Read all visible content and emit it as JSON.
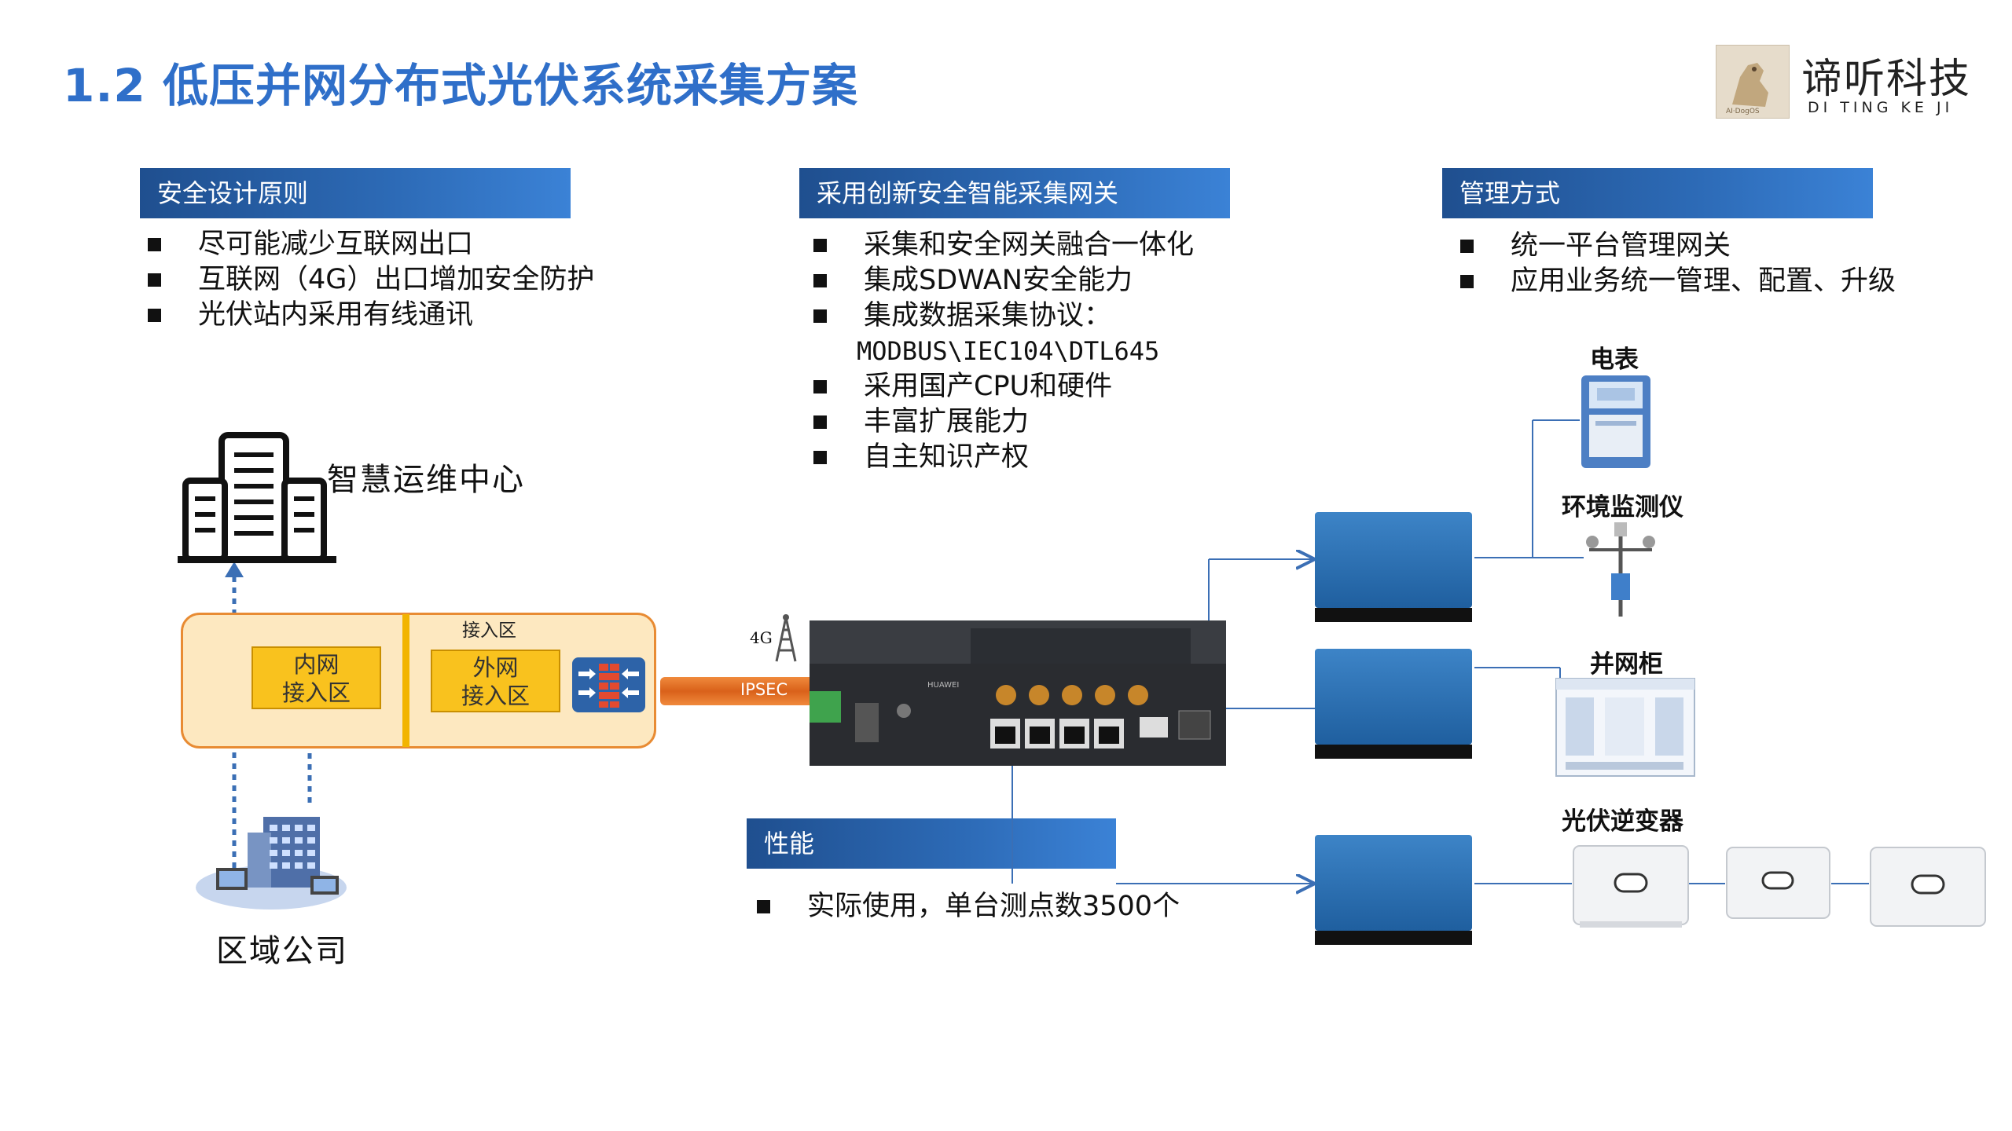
{
  "title": "1.2 低压并网分布式光伏系统采集方案",
  "logo": {
    "cn": "谛听科技",
    "en": "DI  TING KE JI",
    "icon": "dog-logo-icon"
  },
  "sections": {
    "safety": {
      "header": "安全设计原则",
      "items": [
        "尽可能减少互联网出口",
        "互联网（4G）出口增加安全防护",
        "光伏站内采用有线通讯"
      ]
    },
    "gateway": {
      "header": "采用创新安全智能采集网关",
      "items": [
        "采集和安全网关融合一体化",
        "集成SDWAN安全能力",
        "集成数据采集协议：",
        "MODBUS\\IEC104\\DTL645",
        "采用国产CPU和硬件",
        "丰富扩展能力",
        "自主知识产权"
      ]
    },
    "management": {
      "header": "管理方式",
      "items": [
        "统一平台管理网关",
        "应用业务统一管理、配置、升级"
      ]
    },
    "performance": {
      "header": "性能",
      "items": [
        "实际使用，单台测点数3500个"
      ]
    }
  },
  "diagram": {
    "ops_center": "智慧运维中心",
    "regional": "区域公司",
    "zone_label": "接入区",
    "inner_zone": [
      "内网",
      "接入区"
    ],
    "outer_zone": [
      "外网",
      "接入区"
    ],
    "antenna": "4G",
    "tunnel": "IPSEC",
    "devices": {
      "meter": "电表",
      "env": "环境监测仪",
      "cabinet": "并网柜",
      "inverter": "光伏逆变器"
    },
    "colors": {
      "accent": "#2f6fc9",
      "zone_border": "#e88b33",
      "zone_fill": "#fde8c0",
      "box": "#f9c21e",
      "line": "#3b6fb5"
    }
  }
}
